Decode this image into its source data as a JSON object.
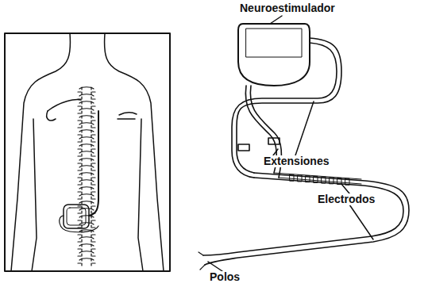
{
  "diagram": {
    "labels": [
      "Neuroestimulador",
      "Extensiones",
      "Electrodos",
      "Polos"
    ]
  }
}
